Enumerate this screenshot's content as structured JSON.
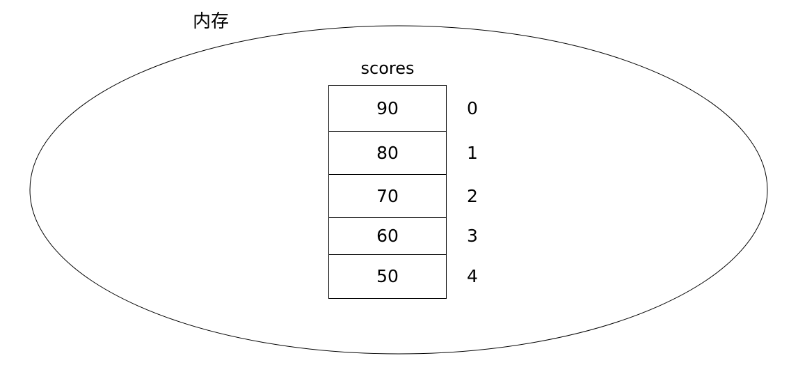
{
  "diagram": {
    "container": {
      "shape": "ellipse",
      "label": "内存",
      "stroke_color": "#000000",
      "fill_color": "#ffffff"
    },
    "array": {
      "name": "scores",
      "cells": [
        {
          "value": "90",
          "index": "0"
        },
        {
          "value": "80",
          "index": "1"
        },
        {
          "value": "70",
          "index": "2"
        },
        {
          "value": "60",
          "index": "3"
        },
        {
          "value": "50",
          "index": "4"
        }
      ]
    }
  }
}
